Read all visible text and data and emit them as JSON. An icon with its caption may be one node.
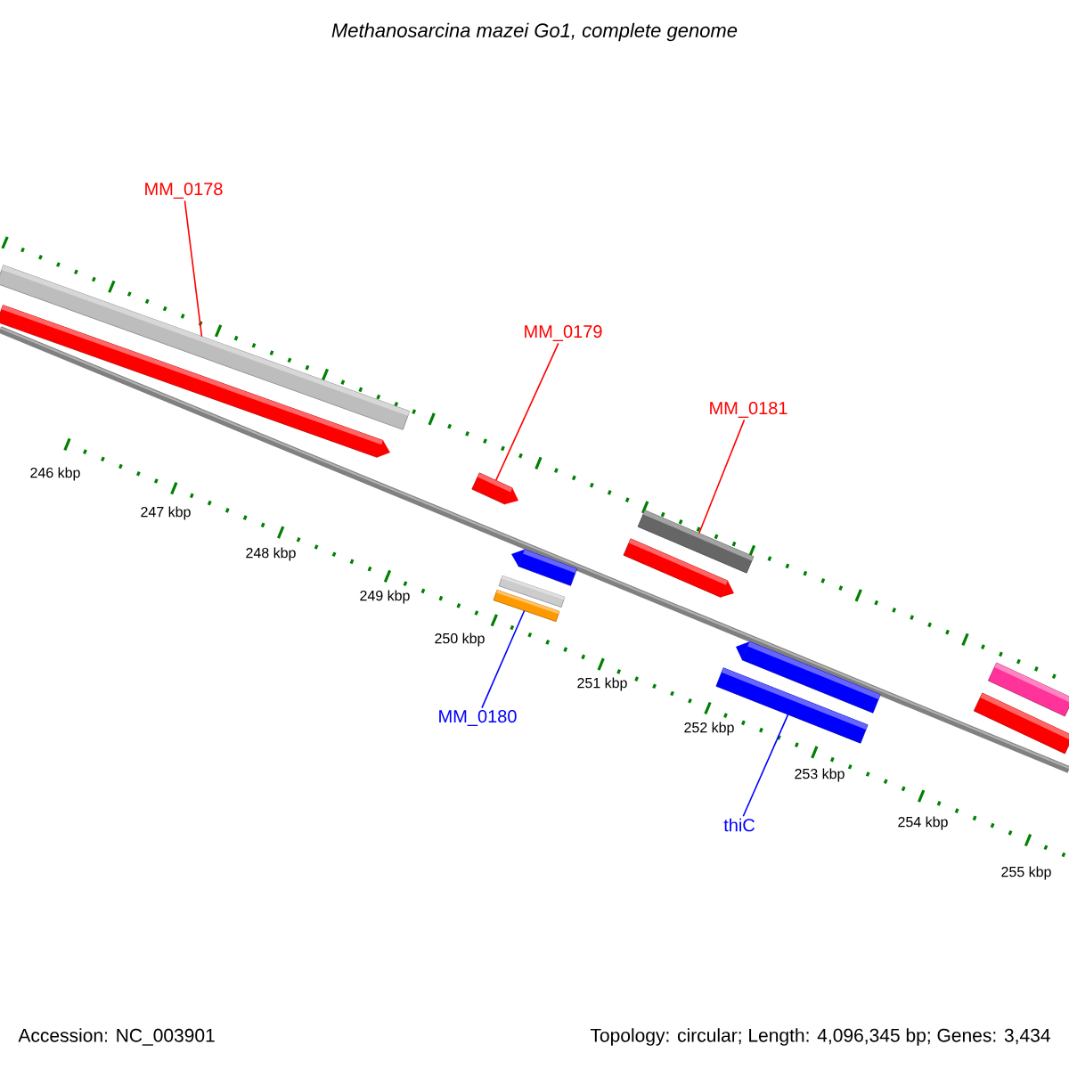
{
  "diagram": {
    "title": "Methanosarcina mazei Go1, complete genome",
    "nodes": [
      {
        "text": [
          "MM_0178"
        ]
      },
      {
        "text": [
          "MM_0179"
        ]
      },
      {
        "text": [
          "MM_0181"
        ]
      },
      {
        "text": [
          "MM_0180"
        ]
      },
      {
        "text": [
          "thiC"
        ]
      },
      {
        "text": [],
        "shape": "bar"
      },
      {
        "text": [],
        "shape": "bar"
      },
      {
        "text": [],
        "shape": "bar"
      },
      {
        "text": [],
        "shape": "bar"
      },
      {
        "text": [],
        "shape": "bar"
      },
      {
        "text": [],
        "shape": "bar"
      },
      {
        "text": [],
        "shape": "bar"
      },
      {
        "text": [],
        "shape": "bar"
      },
      {
        "text": [],
        "shape": "bar"
      },
      {
        "text": [],
        "shape": "bar"
      },
      {
        "text": [],
        "shape": "bar"
      },
      {
        "text": [],
        "shape": "bar"
      }
    ],
    "edges": [
      {
        "from": 0,
        "to": 5,
        "arrow": "none"
      },
      {
        "from": 1,
        "to": 7,
        "arrow": "none"
      },
      {
        "from": 2,
        "to": 12,
        "arrow": "none"
      },
      {
        "from": 3,
        "to": 8,
        "arrow": "none",
        "color": "#0000ff"
      },
      {
        "from": 4,
        "to": 13,
        "arrow": "none",
        "color": "#0000ff"
      }
    ],
    "labels": [
      "246 kbp",
      "247 kbp",
      "248 kbp",
      "249 kbp",
      "250 kbp",
      "251 kbp",
      "252 kbp",
      "253 kbp",
      "254 kbp",
      "255 kbp",
      "Accession: NC_003901",
      "Topology: circular; Length: 4,096,345 bp; Genes: 3,434"
    ]
  }
}
